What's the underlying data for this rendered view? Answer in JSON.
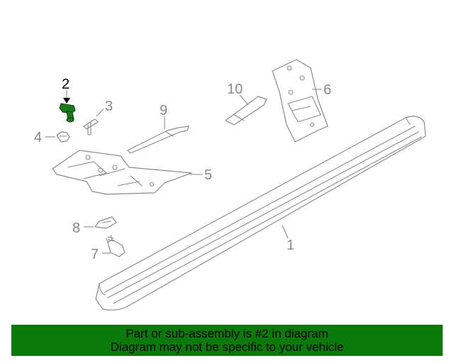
{
  "callouts": {
    "c1": "1",
    "c2": "2",
    "c3": "3",
    "c4": "4",
    "c5": "5",
    "c6": "6",
    "c7": "7",
    "c8": "8",
    "c9": "9",
    "c10": "10"
  },
  "highlighted_part": "2",
  "banner": {
    "line1": "Part or sub-assembly is #2 in diagram",
    "line2": "Diagram may not be specific to your vehicle"
  },
  "colors": {
    "highlight": "#1b7a1b",
    "banner_bg": "#0b7a0b",
    "line": "#8a8a8a"
  }
}
